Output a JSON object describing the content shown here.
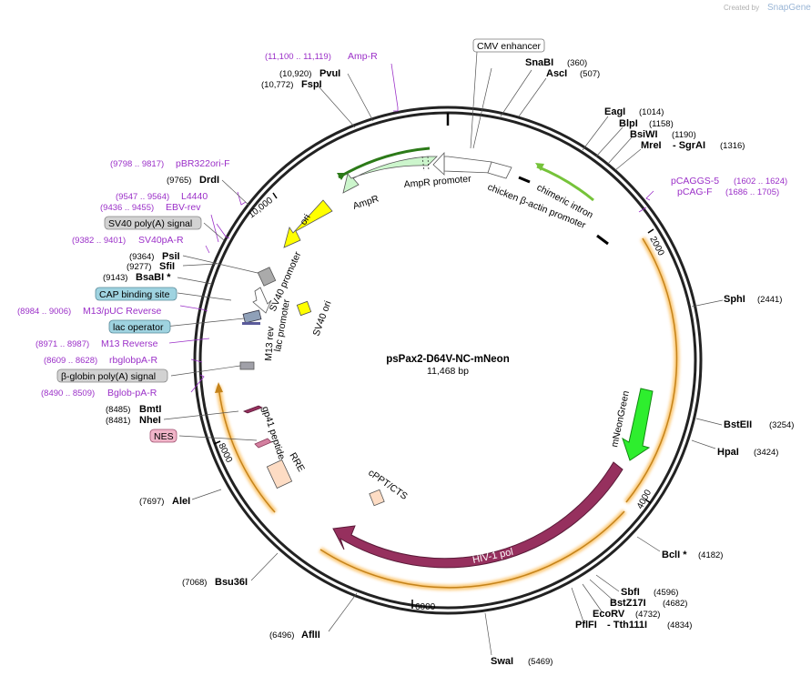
{
  "watermark": {
    "prefix": "Created by",
    "brand": "SnapGene"
  },
  "plasmid": {
    "name": "psPax2-D64V-NC-mNeon",
    "length": "11,468 bp"
  },
  "ticks": [
    "2000",
    "4000",
    "6000",
    "8000",
    "10,000"
  ],
  "sites": [
    {
      "name": "SnaBI",
      "pos": "(360)"
    },
    {
      "name": "AscI",
      "pos": "(507)"
    },
    {
      "name": "EagI",
      "pos": "(1014)"
    },
    {
      "name": "BlpI",
      "pos": "(1158)"
    },
    {
      "name": "BsiWI",
      "pos": "(1190)"
    },
    {
      "name": "MreI",
      "name2": "- SgrAI",
      "pos": "(1316)"
    },
    {
      "name": "SphI",
      "pos": "(2441)"
    },
    {
      "name": "BstEII",
      "pos": "(3254)"
    },
    {
      "name": "HpaI",
      "pos": "(3424)"
    },
    {
      "name": "BclI *",
      "pos": "(4182)"
    },
    {
      "name": "SbfI",
      "pos": "(4596)"
    },
    {
      "name": "BstZ17I",
      "pos": "(4682)"
    },
    {
      "name": "EcoRV",
      "pos": "(4732)"
    },
    {
      "name": "PflFI",
      "name2": "- Tth111I",
      "pos": "(4834)"
    },
    {
      "name": "SwaI",
      "pos": "(5469)"
    },
    {
      "name": "AflII",
      "pos": "(6496)"
    },
    {
      "name": "Bsu36I",
      "pos": "(7068)"
    },
    {
      "name": "AleI",
      "pos": "(7697)"
    },
    {
      "name": "BmtI",
      "pos": "(8485)"
    },
    {
      "name": "NheI",
      "pos": "(8481)"
    },
    {
      "name": "BsaBI *",
      "pos": "(9143)"
    },
    {
      "name": "SfiI",
      "pos": "(9277)"
    },
    {
      "name": "PsiI",
      "pos": "(9364)"
    },
    {
      "name": "DrdI",
      "pos": "(9765)"
    },
    {
      "name": "FspI",
      "pos": "(10,772)"
    },
    {
      "name": "PvuI",
      "pos": "(10,920)"
    }
  ],
  "primers": [
    {
      "name": "Amp-R",
      "pos": "(11,100 .. 11,119)"
    },
    {
      "name": "pCAGGS-5",
      "pos": "(1602 .. 1624)"
    },
    {
      "name": "pCAG-F",
      "pos": "(1686 .. 1705)"
    },
    {
      "name": "pBR322ori-F",
      "pos": "(9798 .. 9817)"
    },
    {
      "name": "L4440",
      "pos": "(9547 .. 9564)"
    },
    {
      "name": "EBV-rev",
      "pos": "(9436 .. 9455)"
    },
    {
      "name": "SV40pA-R",
      "pos": "(9382 .. 9401)"
    },
    {
      "name": "M13/pUC Reverse",
      "pos": "(8984 .. 9006)"
    },
    {
      "name": "M13 Reverse",
      "pos": "(8971 .. 8987)"
    },
    {
      "name": "rbglobpA-R",
      "pos": "(8609 .. 8628)"
    },
    {
      "name": "Bglob-pA-R",
      "pos": "(8490 .. 8509)"
    }
  ],
  "boxed_features": [
    {
      "name": "CMV enhancer",
      "fill": "#ffffff"
    },
    {
      "name": "SV40 poly(A) signal",
      "fill": "#d2d2d2"
    },
    {
      "name": "CAP binding site",
      "fill": "#9fd3e0"
    },
    {
      "name": "lac operator",
      "fill": "#9fd3e0"
    },
    {
      "name": "β-globin poly(A) signal",
      "fill": "#d2d2d2"
    },
    {
      "name": "NES",
      "fill": "#f0b4c8"
    }
  ],
  "features": {
    "ampr": "AmpR",
    "ampr_promoter": "AmpR promoter",
    "cba_promoter": "chicken β-actin promoter",
    "chimeric_intron": "chimeric intron",
    "ori": "ori",
    "sv40_promoter": "SV40 promoter",
    "sv40_ori": "SV40 ori",
    "m13_rev": "M13 rev",
    "lac_promoter": "lac promoter",
    "gp41": "gp41 peptide",
    "rre": "RRE",
    "cppt": "cPPT/CTS",
    "mneongreen": "mNeonGreen",
    "hiv1_pol": "HIV-1 pol"
  },
  "colors": {
    "primer": "#9b30c8",
    "ampr": "#ccf5cc",
    "ori": "#ffff00",
    "mneongreen": "#2eee2e",
    "hiv_pol": "#96305e",
    "orf": "#fbbf5e",
    "intron_bar": "#76c33a",
    "rre": "#fddcc4",
    "promoter": "#ffffff"
  }
}
